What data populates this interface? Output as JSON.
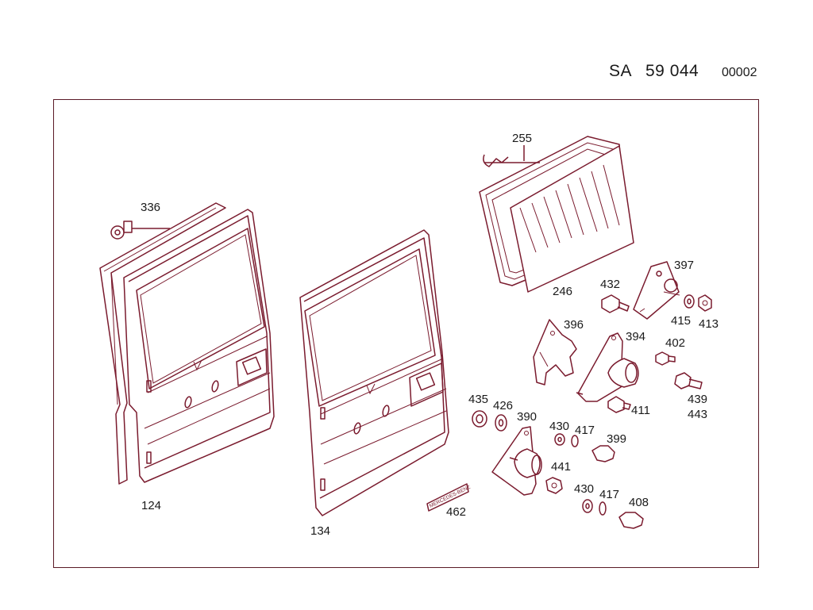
{
  "header": {
    "code": "SA",
    "number": "59 044",
    "page": "00002"
  },
  "parts": {
    "p124": "124",
    "p134": "134",
    "p246": "246",
    "p255": "255",
    "p336": "336",
    "p390": "390",
    "p394": "394",
    "p396": "396",
    "p397": "397",
    "p399": "399",
    "p402": "402",
    "p408": "408",
    "p411": "411",
    "p413": "413",
    "p415": "415",
    "p417a": "417",
    "p417b": "417",
    "p426": "426",
    "p430a": "430",
    "p430b": "430",
    "p432": "432",
    "p435": "435",
    "p439": "439",
    "p441": "441",
    "p443": "443",
    "p462": "462"
  },
  "badge_text": "MERCEDES-BENZ",
  "colors": {
    "line": "#7a1b2e",
    "frame": "#5a1a26",
    "text": "#1a1a1a"
  }
}
